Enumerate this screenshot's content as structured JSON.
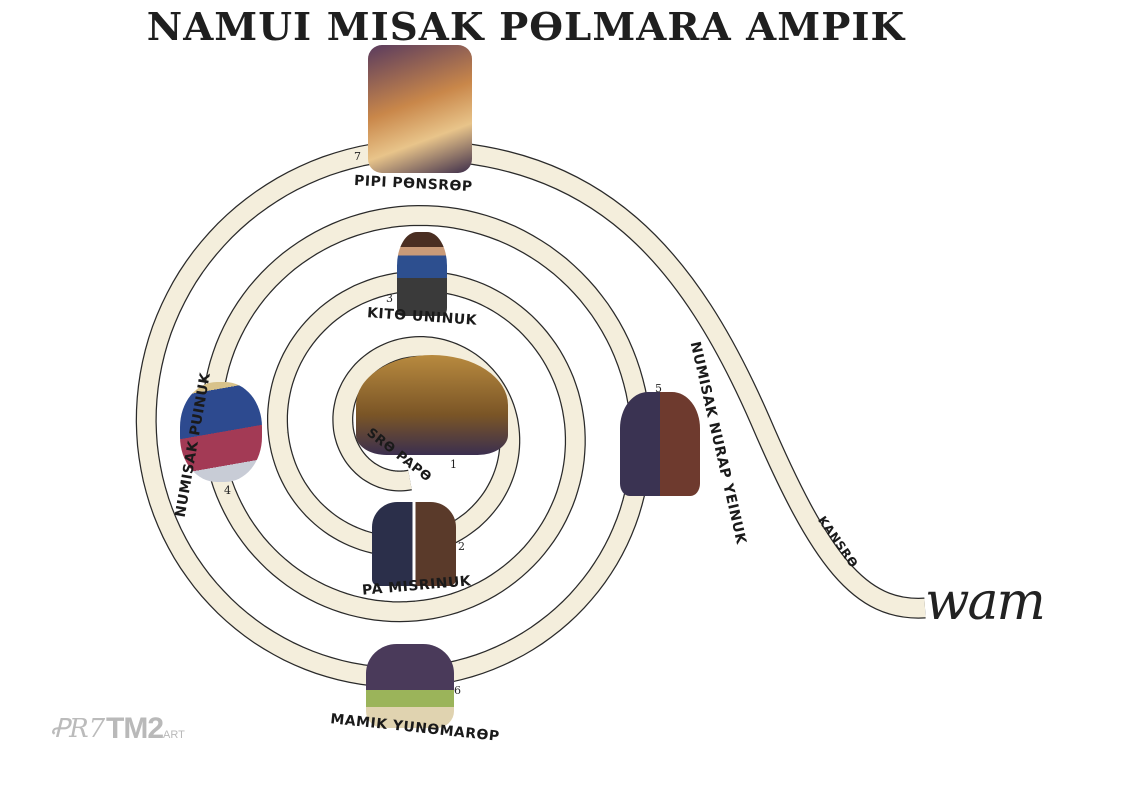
{
  "title": "NAMUI MISAK PƟLMARA AMPIK",
  "stations": [
    {
      "num": "1",
      "label": "SRƟ PAPƟ"
    },
    {
      "num": "2",
      "label": "PA MISRINUK"
    },
    {
      "num": "3",
      "label": "KITƟ UNINUK"
    },
    {
      "num": "4",
      "label": "NUMISAK PUINUK"
    },
    {
      "num": "5",
      "label": "NUMISAK NURAP YEINUK"
    },
    {
      "num": "6",
      "label": "MAMIK YUNƟMARƟP"
    },
    {
      "num": "7",
      "label": "PIPI PƟNSRƟP"
    }
  ],
  "tail_label": "KANSRƟ",
  "end_word": "wam",
  "logos": {
    "left": "ꝒR7",
    "right": "TM2",
    "right_suffix": "ART"
  },
  "colors": {
    "path_fill": "#f4eedc",
    "path_outline": "#2a2a2a",
    "text": "#1a1a1a"
  }
}
